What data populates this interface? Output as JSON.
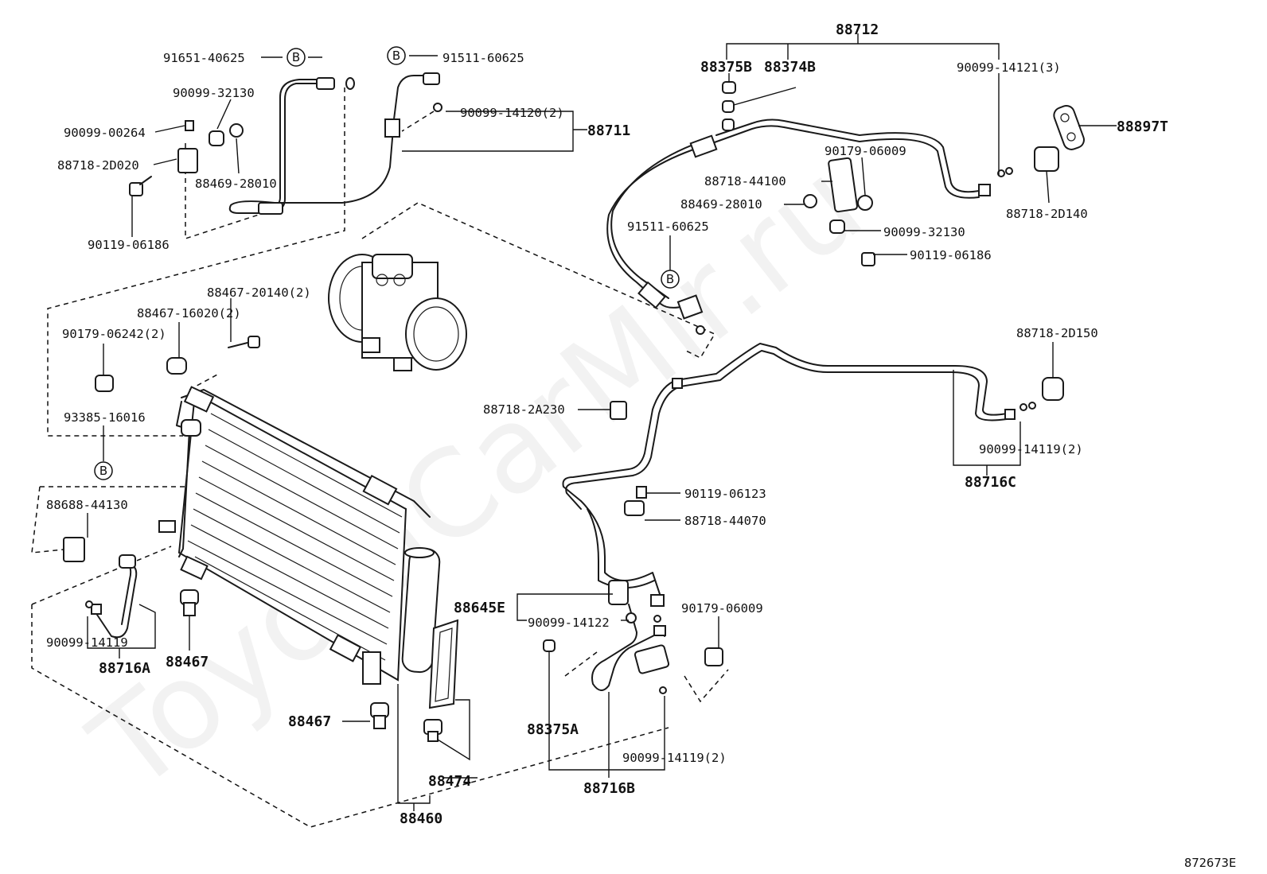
{
  "watermark": "ToyotaCarMir.ru",
  "figure_code": "872673E",
  "callout_letter": "B",
  "labels": {
    "p88712": "88712",
    "p88375B": "88375B",
    "p88374B": "88374B",
    "p90099_14121": "90099-14121(3)",
    "p88897T": "88897T",
    "p90179_06009_a": "90179-06009",
    "p88718_44100": "88718-44100",
    "p88469_28010_a": "88469-28010",
    "p90099_32130_a": "90099-32130",
    "p90119_06186_a": "90119-06186",
    "p91511_60625_a": "91511-60625",
    "p88718_2D140": "88718-2D140",
    "p91651_40625": "91651-40625",
    "p91511_60625_b": "91511-60625",
    "p90099_32130_b": "90099-32130",
    "p90099_14120": "90099-14120(2)",
    "p88711": "88711",
    "p90099_00264": "90099-00264",
    "p88718_2D020": "88718-2D020",
    "p88469_28010_b": "88469-28010",
    "p90119_06186_b": "90119-06186",
    "p88467_20140": "88467-20140(2)",
    "p88467_16020": "88467-16020(2)",
    "p90179_06242": "90179-06242(2)",
    "p93385_16016": "93385-16016",
    "p88688_44130": "88688-44130",
    "p90099_14119_a": "90099-14119",
    "p88716A": "88716A",
    "p88467_a": "88467",
    "p88467_b": "88467",
    "p88474": "88474",
    "p88460": "88460",
    "p88718_2A230": "88718-2A230",
    "p88718_2D150": "88718-2D150",
    "p90099_14119_b": "90099-14119(2)",
    "p88716C": "88716C",
    "p90119_06123": "90119-06123",
    "p88718_44070": "88718-44070",
    "p88645E": "88645E",
    "p90099_14122": "90099-14122",
    "p90179_06009_b": "90179-06009",
    "p88375A": "88375A",
    "p90099_14119_c": "90099-14119(2)",
    "p88716B": "88716B"
  }
}
